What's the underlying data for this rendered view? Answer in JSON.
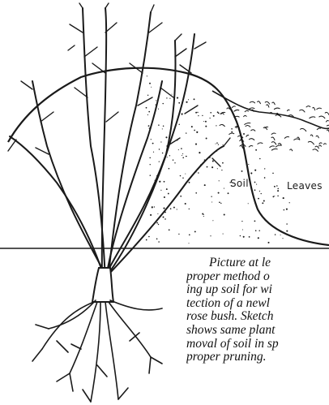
{
  "labels": {
    "soil": "Soil",
    "leaves": "Leaves"
  },
  "caption": {
    "lines": [
      "Picture at le",
      "proper method o",
      "ing up soil for wi",
      "tection of a newl",
      "rose bush. Sketch",
      "shows same plant",
      "moval of soil in sp",
      "proper pruning."
    ]
  },
  "colors": {
    "ink": "#1a1a1a",
    "paper": "#ffffff"
  }
}
